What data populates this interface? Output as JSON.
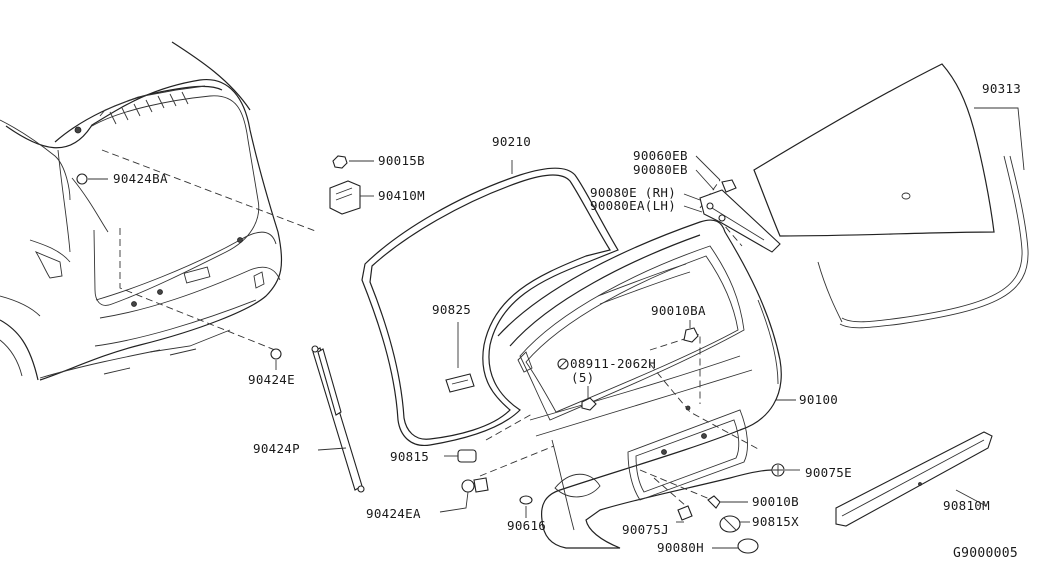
{
  "labels": {
    "p90424BA": "90424BA",
    "p90015B": "90015B",
    "p90410M": "90410M",
    "p90210": "90210",
    "p90060EB": "90060EB",
    "p90080EB": "90080EB",
    "p90080E_RH": "90080E (RH)",
    "p90080EA_LH": "90080EA(LH)",
    "p90313": "90313",
    "p90825": "90825",
    "p90010BA": "90010BA",
    "p08911": "08911-2062H",
    "p08911_qty": "(5)",
    "p90424E": "90424E",
    "p90100": "90100",
    "p90424P": "90424P",
    "p90815": "90815",
    "p90075E": "90075E",
    "p90424EA": "90424EA",
    "p90010B": "90010B",
    "p90616": "90616",
    "p90815X": "90815X",
    "p90810M": "90810M",
    "p90075J": "90075J",
    "p90080H": "90080H",
    "diagram_code": "G9000005"
  }
}
